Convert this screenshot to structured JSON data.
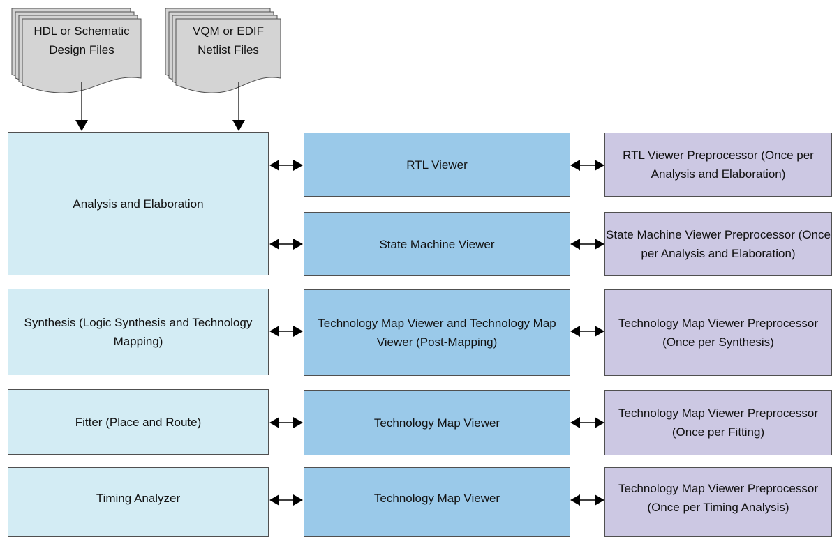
{
  "inputs": {
    "hdl": {
      "lines": [
        "HDL or Schematic",
        "Design Files"
      ]
    },
    "vqm": {
      "lines": [
        "VQM or EDIF",
        "Netlist Files"
      ]
    }
  },
  "stages": {
    "analysis": {
      "lines": [
        "Analysis and",
        "Elaboration"
      ]
    },
    "synthesis": {
      "lines": [
        "Synthesis",
        "(Logic Synthesis and",
        "Technology Mapping)"
      ]
    },
    "fitter": {
      "lines": [
        "Fitter",
        "(Place and Route)"
      ]
    },
    "timing": {
      "lines": [
        "Timing Analyzer"
      ]
    }
  },
  "viewers": {
    "rtl": {
      "lines": [
        "RTL Viewer"
      ]
    },
    "state_machine": {
      "lines": [
        "State Machine Viewer"
      ]
    },
    "tech_map_post": {
      "lines": [
        "Technology Map Viewer and",
        "Technology Map Viewer (Post-Mapping)"
      ]
    },
    "tech_map_fitter": {
      "lines": [
        "Technology Map Viewer"
      ]
    },
    "tech_map_timing": {
      "lines": [
        "Technology Map Viewer"
      ]
    }
  },
  "preprocessors": {
    "rtl": {
      "lines": [
        "RTL Viewer Preprocessor",
        "(Once per Analysis and Elaboration)"
      ]
    },
    "state_machine": {
      "lines": [
        "State Machine Viewer Preprocessor",
        "(Once per Analysis and Elaboration)"
      ]
    },
    "synthesis": {
      "lines": [
        "Technology Map Viewer Preprocessor",
        "(Once per Synthesis)"
      ]
    },
    "fitting": {
      "lines": [
        "Technology Map Viewer Preprocessor",
        "(Once per Fitting)"
      ]
    },
    "timing": {
      "lines": [
        "Technology Map Viewer Preprocessor",
        "(Once per Timing Analysis)"
      ]
    }
  },
  "colors": {
    "stage_fill": "#d3ecf4",
    "viewer_fill": "#9ac9e9",
    "preprocessor_fill": "#ccc8e3",
    "document_fill": "#d4d4d4",
    "stroke": "#505050",
    "arrow": "#000000"
  }
}
